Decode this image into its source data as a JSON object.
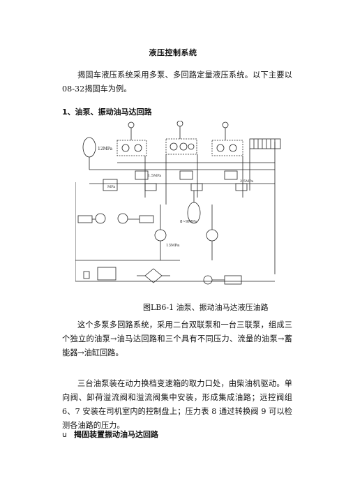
{
  "title": "液压控制系统",
  "intro": "揭固车液压系统采用多泵、多回路定量液压系统。以下主要以08-32揭固车为例。",
  "section1_heading": "1、油泵、振动油马达回路",
  "diagram": {
    "accumulator_label": "12MPa",
    "mpa_short": "MPa",
    "mpa_mid": "1.5MPa",
    "mpa_right": "2.5MPa",
    "accumulator2_label": "8~9MPa",
    "pressure_label": "13MPa"
  },
  "caption": "图LB6-1 油泵、振动油马达液压油路",
  "para1": "这个多泵多回路系统，采用二台双联泵和一台三联泵，组成三个独立的油泵→油马达回路和三个具有不同压力、流量的油泵→蓄能器→油缸回路。",
  "para2": "三台油泵装在动力换档变速箱的取力口处，由柴油机驱动。单向阀、卸荷溢流阀和溢流阀集中安装，形成集成油路；远控阀组 6、7 安装在司机室内的控制盘上；压力表 8 通过转换阀 9 可以检测各油路的压力。",
  "section2_bullet": "u",
  "section2_heading": "揭固装置振动油马达回路"
}
